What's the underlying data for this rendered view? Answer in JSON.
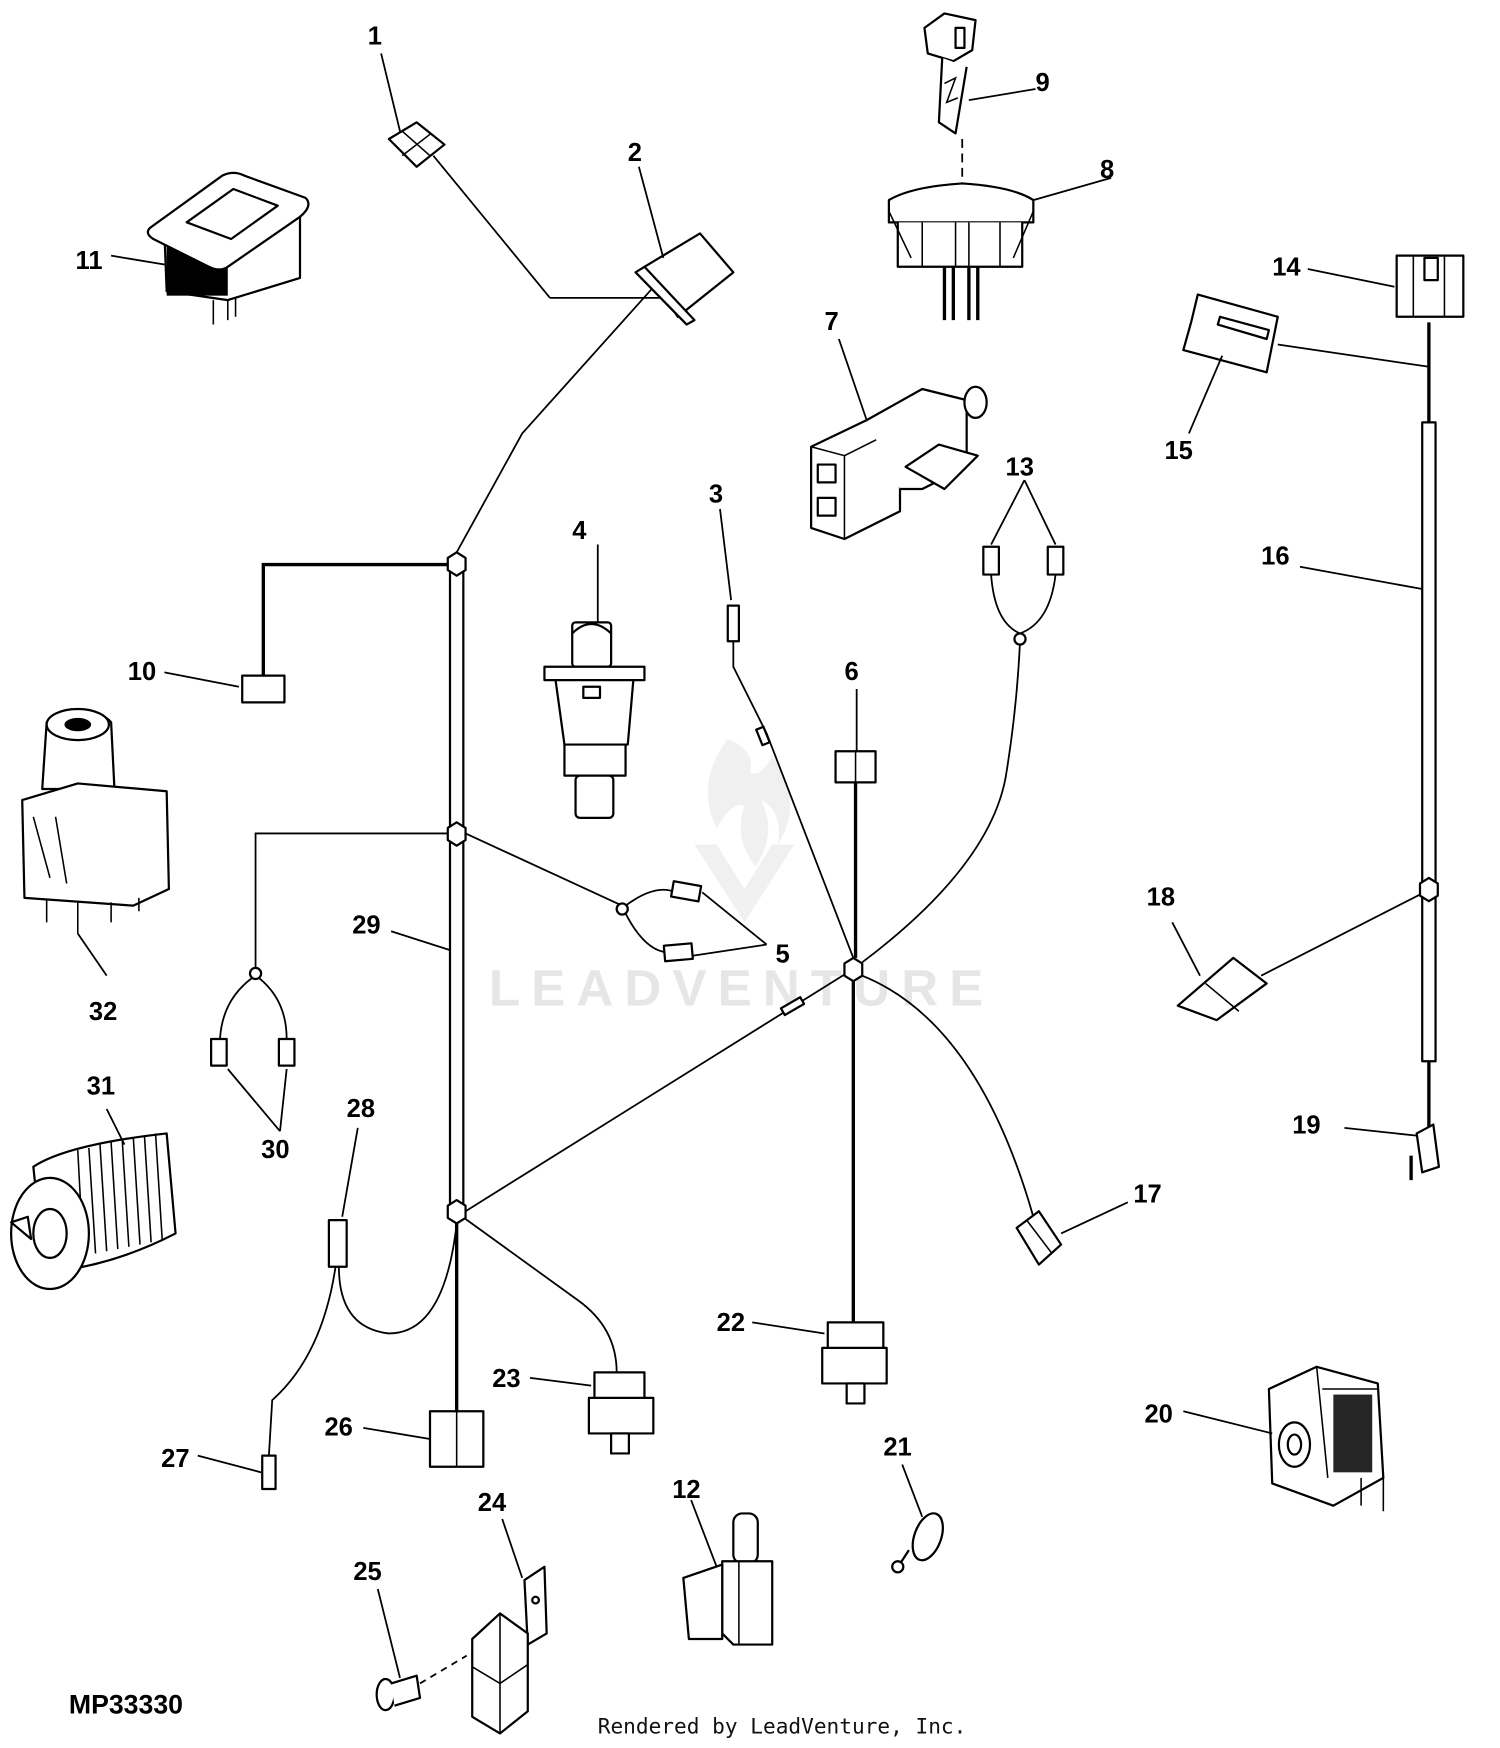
{
  "diagram": {
    "reference_id": "MP33330",
    "credit": "Rendered by LeadVenture, Inc.",
    "watermark": "LEADVENTURE",
    "callouts": [
      {
        "id": "1",
        "label": "1"
      },
      {
        "id": "2",
        "label": "2"
      },
      {
        "id": "3",
        "label": "3"
      },
      {
        "id": "4",
        "label": "4"
      },
      {
        "id": "5",
        "label": "5"
      },
      {
        "id": "6",
        "label": "6"
      },
      {
        "id": "7",
        "label": "7"
      },
      {
        "id": "8",
        "label": "8"
      },
      {
        "id": "9",
        "label": "9"
      },
      {
        "id": "10",
        "label": "10"
      },
      {
        "id": "11",
        "label": "11"
      },
      {
        "id": "12",
        "label": "12"
      },
      {
        "id": "13",
        "label": "13"
      },
      {
        "id": "14",
        "label": "14"
      },
      {
        "id": "15",
        "label": "15"
      },
      {
        "id": "16",
        "label": "16"
      },
      {
        "id": "17",
        "label": "17"
      },
      {
        "id": "18",
        "label": "18"
      },
      {
        "id": "19",
        "label": "19"
      },
      {
        "id": "20",
        "label": "20"
      },
      {
        "id": "21",
        "label": "21"
      },
      {
        "id": "22",
        "label": "22"
      },
      {
        "id": "23",
        "label": "23"
      },
      {
        "id": "24",
        "label": "24"
      },
      {
        "id": "25",
        "label": "25"
      },
      {
        "id": "26",
        "label": "26"
      },
      {
        "id": "27",
        "label": "27"
      },
      {
        "id": "28",
        "label": "28"
      },
      {
        "id": "29",
        "label": "29"
      },
      {
        "id": "30",
        "label": "30"
      },
      {
        "id": "31",
        "label": "31"
      },
      {
        "id": "32",
        "label": "32"
      }
    ]
  }
}
